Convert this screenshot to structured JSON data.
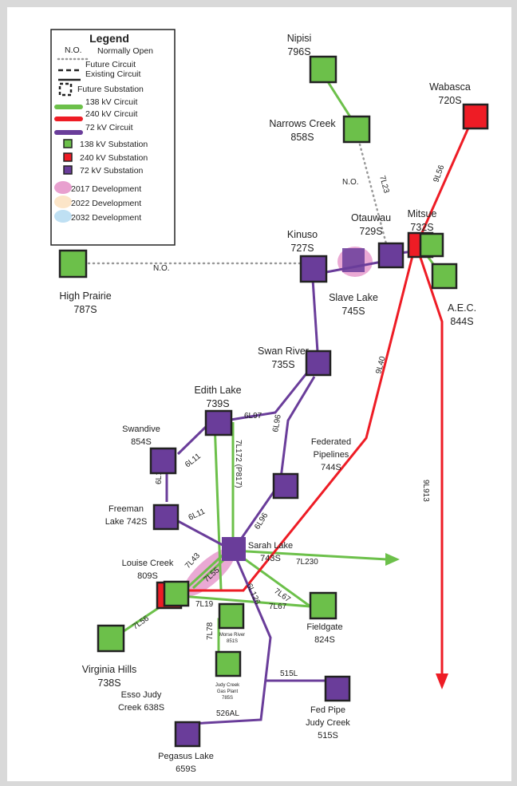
{
  "legend": {
    "title": "Legend",
    "normally_open_abbr": "N.O.",
    "items": {
      "normally_open": "Normally Open",
      "future_circuit": "Future Circuit",
      "existing_circuit": "Existing Circuit",
      "future_substation": "Future Substation",
      "c138": "138 kV Circuit",
      "c240": "240 kV Circuit",
      "c72": "72 kV Circuit",
      "s138": "138 kV Substation",
      "s240": "240 kV Substation",
      "s72": "72 kV Substation",
      "d2017": "2017 Development",
      "d2022": "2022 Development",
      "d2032": "2032 Development"
    }
  },
  "colors": {
    "green_138kv": "#6cc04a",
    "red_240kv": "#ee1c25",
    "purple_72kv": "#6a3d9a",
    "dev_2017": "#e8a0cf",
    "dev_2022": "#fce5c8",
    "dev_2032": "#bfe0f3",
    "normally_open": "#999999"
  },
  "substations": {
    "nipisi": {
      "name": "Nipisi",
      "code": "796S"
    },
    "wabasca": {
      "name": "Wabasca",
      "code": "720S"
    },
    "narrows_creek": {
      "name": "Narrows Creek",
      "code": "858S"
    },
    "otauwau": {
      "name": "Otauwau",
      "code": "729S"
    },
    "mitsue": {
      "name": "Mitsue",
      "code": "732S"
    },
    "kinuso": {
      "name": "Kinuso",
      "code": "727S"
    },
    "high_prairie": {
      "name": "High Prairie",
      "code": "787S"
    },
    "slave_lake": {
      "name": "Slave Lake",
      "code": "745S"
    },
    "aec": {
      "name": "A.E.C.",
      "code": "844S"
    },
    "swan_river": {
      "name": "Swan River",
      "code": "735S"
    },
    "edith_lake": {
      "name": "Edith Lake",
      "code": "739S"
    },
    "swandive": {
      "name": "Swandive",
      "code": "854S"
    },
    "federated_pipelines": {
      "name_line1": "Federated",
      "name_line2": "Pipelines",
      "code": "744S"
    },
    "freeman_lake": {
      "name_line1": "Freeman",
      "name_line2": "Lake 742S"
    },
    "sarah_lake": {
      "name": "Sarah Lake",
      "code": "743S"
    },
    "louise_creek": {
      "name": "Louise Creek",
      "code": "809S"
    },
    "fieldgate": {
      "name": "Fieldgate",
      "code": "824S"
    },
    "morse_river": {
      "name": "Morse River",
      "code": "851S"
    },
    "virginia_hills": {
      "name": "Virginia Hills",
      "code": "738S"
    },
    "esso_judy_creek": {
      "name_line1": "Esso Judy",
      "name_line2": "Creek 638S"
    },
    "judy_creek_gas_plant": {
      "name_line1": "Judy Creek",
      "name_line2": "Gas Plant",
      "code": "785S"
    },
    "fed_pipe_judy_creek": {
      "name_line1": "Fed Pipe",
      "name_line2": "Judy Creek",
      "code": "515S"
    },
    "pegasus_lake": {
      "name": "Pegasus Lake",
      "code": "659S"
    }
  },
  "circuits": {
    "no_1": "N.O.",
    "no_2": "N.O.",
    "c7L23": "7L23",
    "c9L56": "9L56",
    "c9L40": "9L40",
    "c9L913": "9L913",
    "c6L97": "6L97",
    "c6L96_a": "6L96",
    "c6L96_b": "6L96",
    "c6L11_a": "6L11",
    "c6L11_b": "6L11",
    "c6L11_c": "6L11",
    "c7L172": "7L172 (P817)",
    "c7L43": "7L43",
    "c7L55": "7L55",
    "c7L230": "7L230",
    "c7L67_a": "7L67",
    "c7L67_b": "7L67",
    "c6L126": "6L126",
    "c7L19": "7L19",
    "c7L78": "7L78",
    "c7L56": "7L56",
    "c515L": "515L",
    "c526AL": "526AL"
  }
}
